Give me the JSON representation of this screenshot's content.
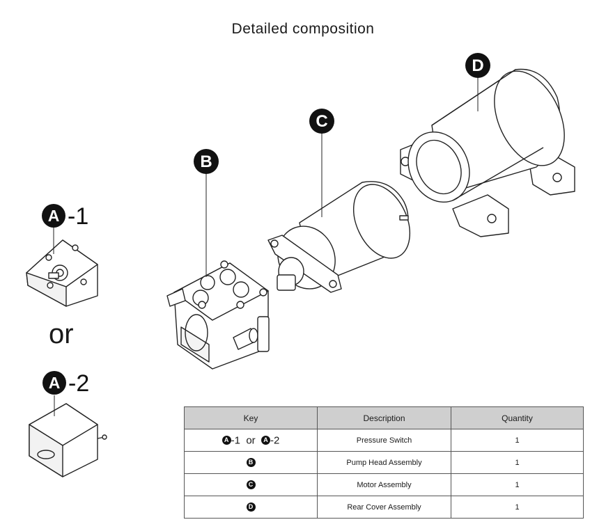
{
  "title": "Detailed composition",
  "callouts": {
    "a1": {
      "letter": "A",
      "suffix": "-1"
    },
    "a2": {
      "letter": "A",
      "suffix": "-2"
    },
    "b": {
      "letter": "B"
    },
    "c": {
      "letter": "C"
    },
    "d": {
      "letter": "D"
    }
  },
  "or_word": "or",
  "table": {
    "headers": [
      "Key",
      "Description",
      "Quantity"
    ],
    "rows": [
      {
        "key_letter": "A",
        "key_a": "-1",
        "key_or": "or",
        "key_letter2": "A",
        "key_b": "-2",
        "description": "Pressure Switch",
        "quantity": "1"
      },
      {
        "key_letter": "B",
        "description": "Pump Head Assembly",
        "quantity": "1"
      },
      {
        "key_letter": "C",
        "description": "Motor Assembly",
        "quantity": "1"
      },
      {
        "key_letter": "D",
        "description": "Rear Cover Assembly",
        "quantity": "1"
      }
    ]
  }
}
